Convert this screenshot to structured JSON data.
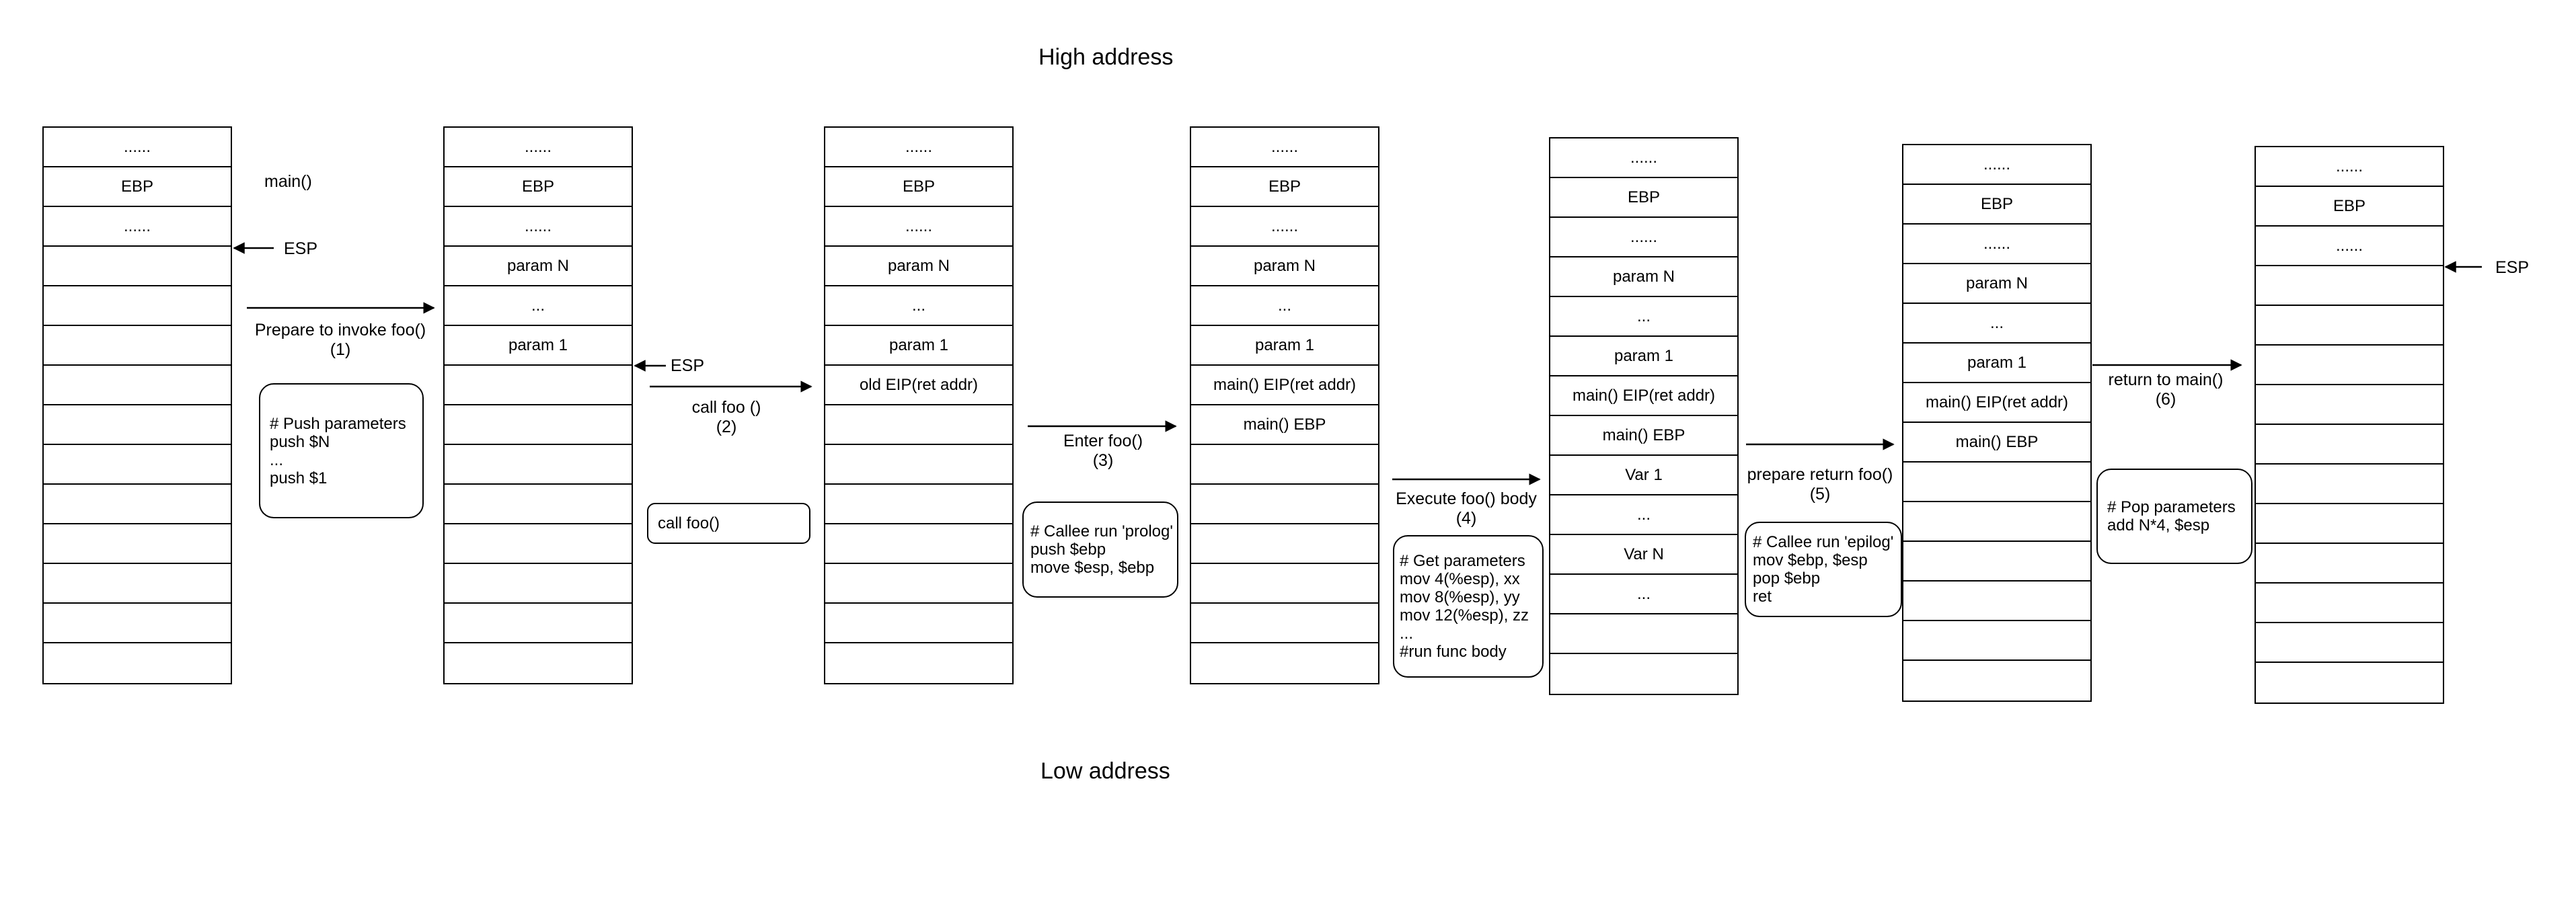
{
  "titles": {
    "high": "High address",
    "low": "Low address"
  },
  "stacks": [
    {
      "cells": [
        "......",
        "EBP",
        "......",
        "",
        "",
        "",
        "",
        "",
        "",
        "",
        "",
        "",
        "",
        ""
      ]
    },
    {
      "cells": [
        "......",
        "EBP",
        "......",
        "param N",
        "...",
        "param 1",
        "",
        "",
        "",
        "",
        "",
        "",
        "",
        ""
      ]
    },
    {
      "cells": [
        "......",
        "EBP",
        "......",
        "param N",
        "...",
        "param 1",
        "old EIP(ret addr)",
        "",
        "",
        "",
        "",
        "",
        "",
        ""
      ]
    },
    {
      "cells": [
        "......",
        "EBP",
        "......",
        "param N",
        "...",
        "param 1",
        "main() EIP(ret addr)",
        "main() EBP",
        "",
        "",
        "",
        "",
        "",
        ""
      ]
    },
    {
      "cells": [
        "......",
        "EBP",
        "......",
        "param N",
        "...",
        "param 1",
        "main() EIP(ret addr)",
        "main() EBP",
        "Var 1",
        "...",
        "Var N",
        "...",
        "",
        ""
      ]
    },
    {
      "cells": [
        "......",
        "EBP",
        "......",
        "param N",
        "...",
        "param 1",
        "main() EIP(ret addr)",
        "main() EBP",
        "",
        "",
        "",
        "",
        "",
        ""
      ]
    },
    {
      "cells": [
        "......",
        "EBP",
        "......",
        "",
        "",
        "",
        "",
        "",
        "",
        "",
        "",
        "",
        "",
        ""
      ]
    }
  ],
  "labels": {
    "main": "main()",
    "esp": "ESP",
    "step1": [
      "Prepare to invoke foo()",
      "(1)"
    ],
    "step2": [
      "call foo ()",
      "(2)"
    ],
    "step3": [
      "Enter foo()",
      "(3)"
    ],
    "step4": [
      "Execute foo() body",
      "(4)"
    ],
    "step5": [
      "prepare return foo()",
      "(5)"
    ],
    "step6": [
      "return to main()",
      "(6)"
    ]
  },
  "notes": {
    "push": [
      "# Push parameters",
      "push $N",
      "...",
      "push $1"
    ],
    "call": [
      "call foo()"
    ],
    "prolog": [
      "# Callee run 'prolog'",
      " push $ebp",
      " move $esp, $ebp"
    ],
    "body": [
      "# Get parameters",
      " mov 4(%esp), xx",
      " mov 8(%esp), yy",
      " mov 12(%esp), zz",
      "  ...",
      "#run func body"
    ],
    "epilog": [
      "# Callee run 'epilog'",
      " mov $ebp, $esp",
      " pop $ebp",
      " ret"
    ],
    "pop": [
      "# Pop parameters",
      "add N*4, $esp"
    ]
  }
}
